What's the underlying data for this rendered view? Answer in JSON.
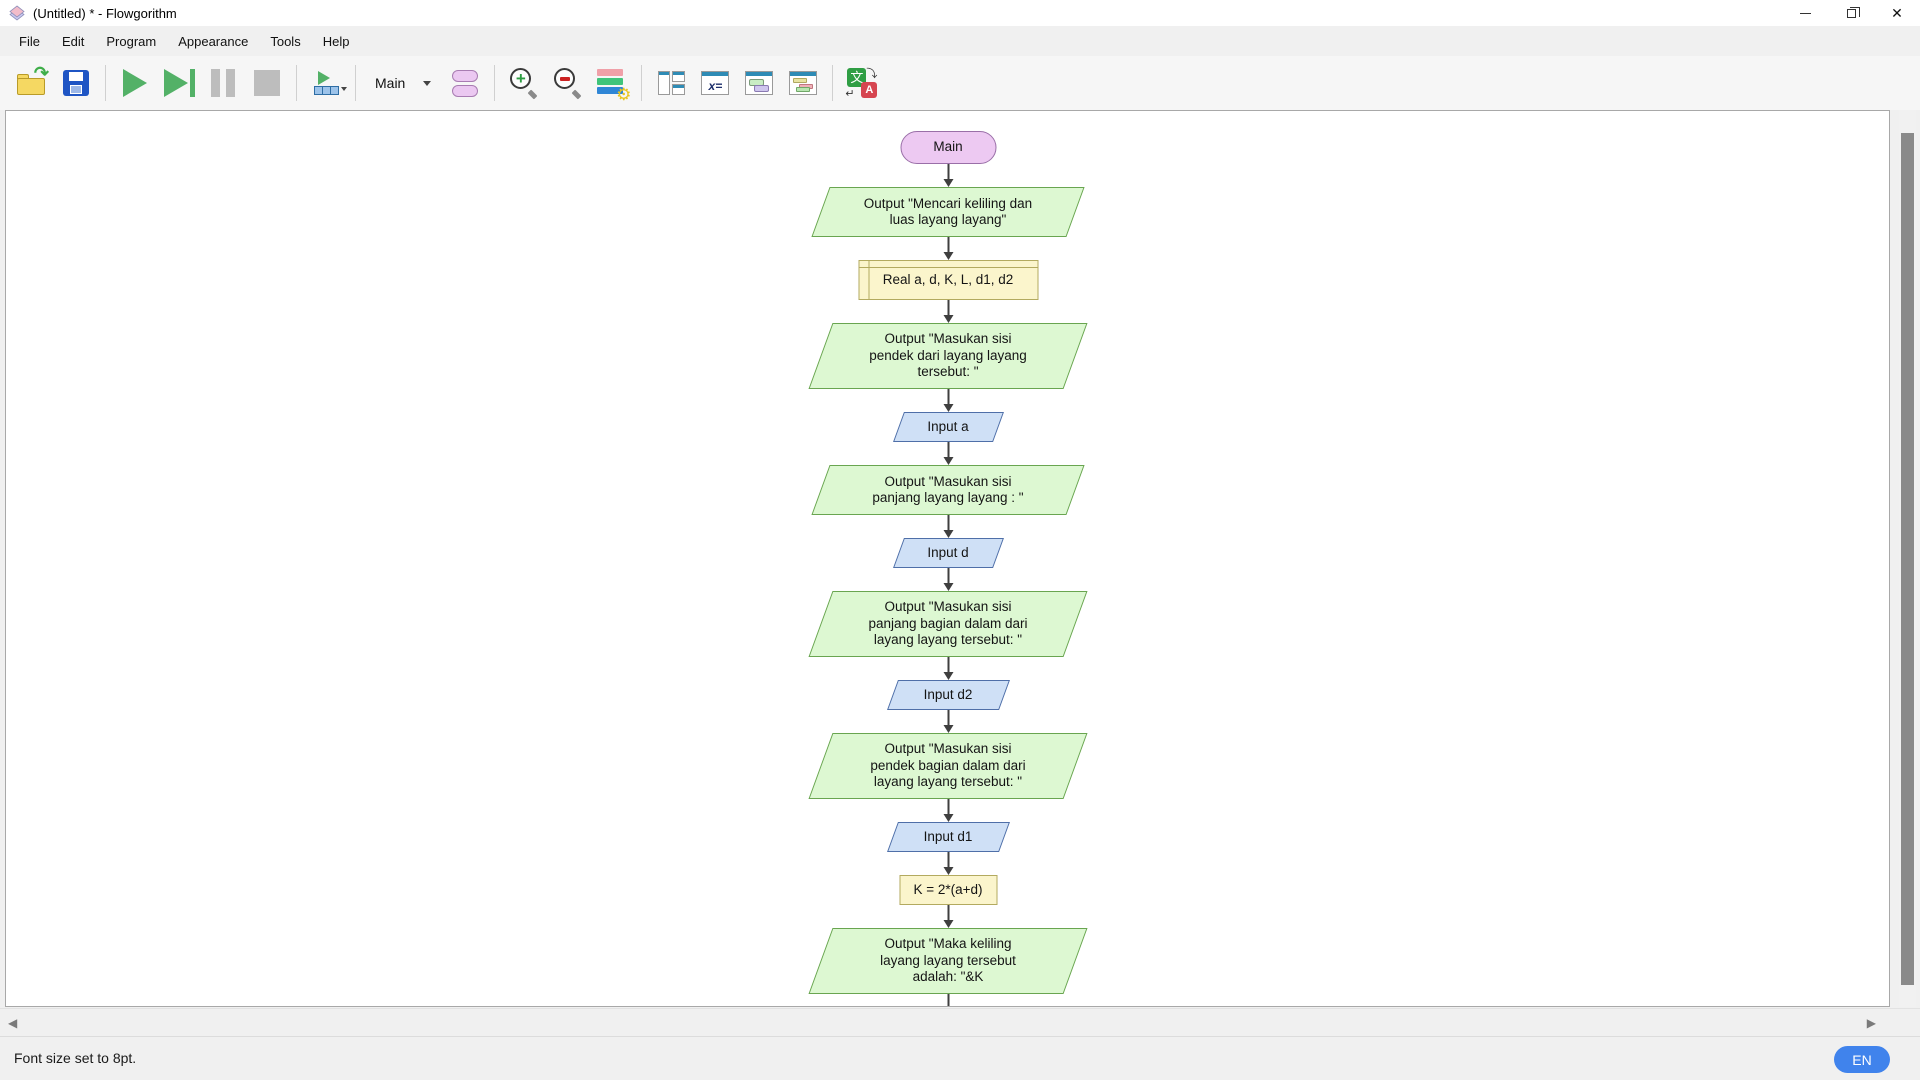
{
  "window": {
    "title": "(Untitled) * - Flowgorithm",
    "app_icon": "flowgorithm-diamond-logo",
    "controls": [
      "minimize",
      "restore",
      "close"
    ]
  },
  "menu": {
    "items": [
      "File",
      "Edit",
      "Program",
      "Appearance",
      "Tools",
      "Help"
    ]
  },
  "toolbar": {
    "function_selector_value": "Main",
    "icons": [
      "open-icon",
      "save-icon",
      "run-icon",
      "step-icon",
      "pause-icon",
      "stop-icon",
      "run-options-icon",
      "function-shapes-icon",
      "zoom-in-icon",
      "zoom-out-icon",
      "chart-style-icon",
      "window-layout-icon",
      "variable-watch-icon",
      "console-window-icon",
      "output-window-icon",
      "translate-icon"
    ]
  },
  "flowchart": {
    "nodes": [
      {
        "type": "terminal",
        "text": "Main"
      },
      {
        "type": "output",
        "text": "Output \"Mencari keliling dan\nluas layang layang\""
      },
      {
        "type": "declare",
        "text": "Real a, d, K, L, d1, d2"
      },
      {
        "type": "output",
        "text": "Output \"Masukan sisi\npendek dari layang layang\ntersebut: \""
      },
      {
        "type": "input",
        "text": "Input a"
      },
      {
        "type": "output",
        "text": "Output \"Masukan sisi\npanjang layang layang : \""
      },
      {
        "type": "input",
        "text": "Input d"
      },
      {
        "type": "output",
        "text": "Output \"Masukan sisi\npanjang bagian dalam dari\nlayang layang tersebut: \""
      },
      {
        "type": "input",
        "text": "Input d2"
      },
      {
        "type": "output",
        "text": "Output \"Masukan sisi\npendek bagian dalam dari\nlayang layang tersebut: \""
      },
      {
        "type": "input",
        "text": "Input d1"
      },
      {
        "type": "assign",
        "text": "K = 2*(a+d)"
      },
      {
        "type": "output",
        "text": "Output \"Maka keliling\nlayang layang tersebut\nadalah: \"&K"
      }
    ]
  },
  "statusbar": {
    "message": "Font size set to 8pt.",
    "language_badge": "EN"
  },
  "colors": {
    "terminal_fill": "#EDC9F2",
    "terminal_border": "#9A6FA8",
    "output_fill": "#DDF8D2",
    "output_border": "#69A550",
    "input_fill": "#CFE0F6",
    "input_border": "#4F6FA8",
    "declare_fill": "#FBF5CC",
    "declare_border": "#B3AA5F",
    "arrow": "#3F3F3F",
    "language_badge_blue": "#4083EC"
  }
}
